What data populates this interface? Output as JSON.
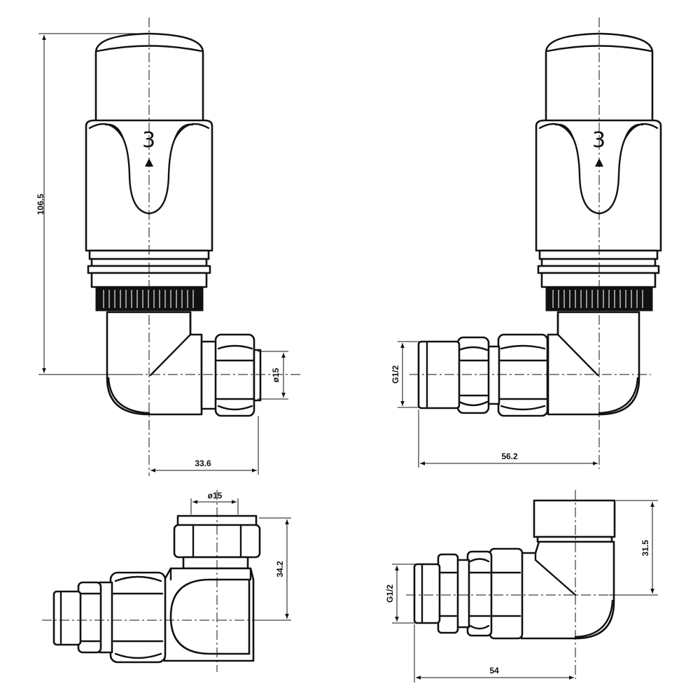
{
  "views": {
    "front_left": {
      "setting_number": "3",
      "dim_height": "106.5",
      "dim_pipe_diameter": "ø15",
      "dim_width": "33.6"
    },
    "front_right": {
      "setting_number": "3",
      "dim_thread": "G1/2",
      "dim_width": "56.2"
    },
    "top_view": {
      "dim_pipe_diameter": "ø15",
      "dim_height": "34.2"
    },
    "side_view": {
      "dim_thread": "G1/2",
      "dim_height": "31.5",
      "dim_width": "54"
    }
  }
}
